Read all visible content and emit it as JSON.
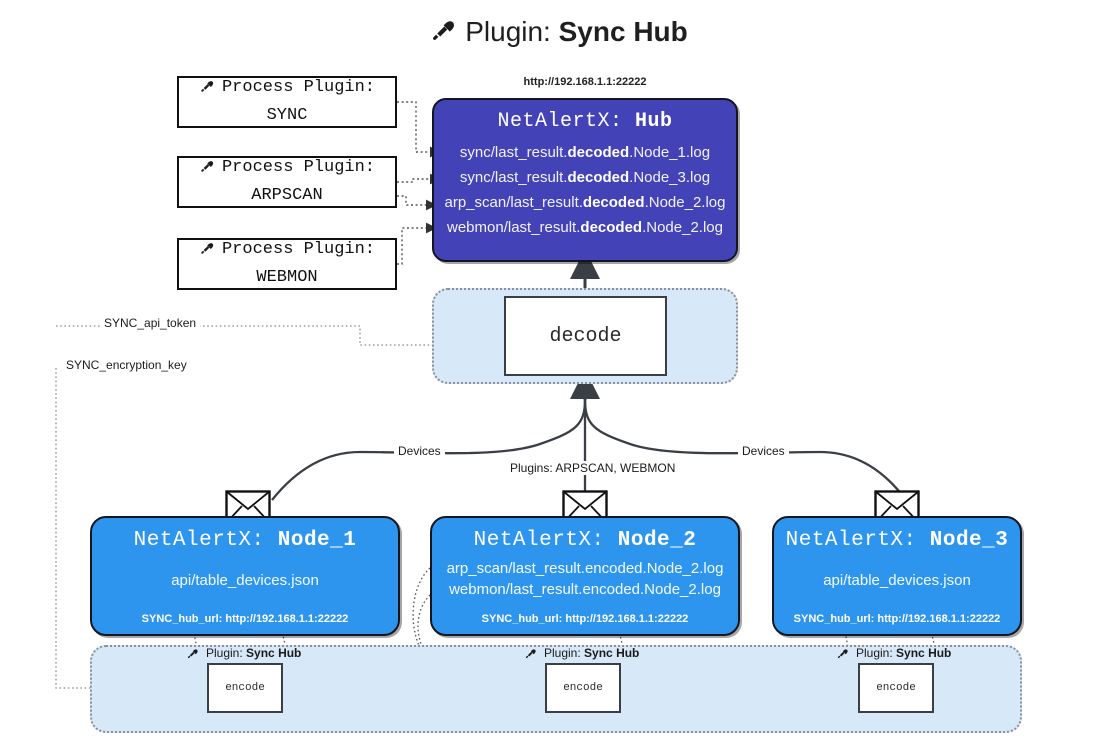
{
  "title": {
    "icon": "plug-icon",
    "prefix": "Plugin:",
    "name": "Sync Hub"
  },
  "process_plugins": [
    {
      "icon": "plug-icon",
      "line1": "Process Plugin:",
      "line2": "SYNC"
    },
    {
      "icon": "plug-icon",
      "line1": "Process Plugin:",
      "line2": "ARPSCAN"
    },
    {
      "icon": "plug-icon",
      "line1": "Process Plugin:",
      "line2": "WEBMON"
    }
  ],
  "hub": {
    "url": "http://192.168.1.1:22222",
    "title_prefix": "NetAlertX:",
    "title_name": "Hub",
    "color": "#4343b7",
    "logs": [
      {
        "pre": "sync/last_result.",
        "mid": "decoded",
        "post": ".Node_1.log"
      },
      {
        "pre": "sync/last_result.",
        "mid": "decoded",
        "post": ".Node_3.log"
      },
      {
        "pre": "arp_scan/last_result.",
        "mid": "decoded",
        "post": ".Node_2.log"
      },
      {
        "pre": "webmon/last_result.",
        "mid": "decoded",
        "post": ".Node_2.log"
      }
    ]
  },
  "decode": {
    "label": "decode",
    "container_color": "#d7e8f9"
  },
  "secrets": [
    {
      "label": "SYNC_api_token"
    },
    {
      "label": "SYNC_encryption_key"
    }
  ],
  "edge_labels": {
    "left_devices": "Devices",
    "right_devices": "Devices",
    "middle_plugins": "Plugins: ARPSCAN, WEBMON"
  },
  "nodes": [
    {
      "icon": "envelope-icon",
      "title_prefix": "NetAlertX:",
      "title_name": "Node_1",
      "lines": [
        "api/table_devices.json"
      ],
      "hub_url_label": "SYNC_hub_url: http://192.168.1.1:22222",
      "color": "#2e95ef"
    },
    {
      "icon": "envelope-icon",
      "title_prefix": "NetAlertX:",
      "title_name": "Node_2",
      "lines": [
        "arp_scan/last_result.encoded.Node_2.log",
        "webmon/last_result.encoded.Node_2.log"
      ],
      "hub_url_label": "SYNC_hub_url: http://192.168.1.1:22222",
      "color": "#2e95ef"
    },
    {
      "icon": "envelope-icon",
      "title_prefix": "NetAlertX:",
      "title_name": "Node_3",
      "lines": [
        "api/table_devices.json"
      ],
      "hub_url_label": "SYNC_hub_url: http://192.168.1.1:22222",
      "color": "#2e95ef"
    }
  ],
  "encoders": [
    {
      "plugin_prefix": "Plugin:",
      "plugin_name": "Sync Hub",
      "label": "encode"
    },
    {
      "plugin_prefix": "Plugin:",
      "plugin_name": "Sync Hub",
      "label": "encode"
    },
    {
      "plugin_prefix": "Plugin:",
      "plugin_name": "Sync Hub",
      "label": "encode"
    }
  ]
}
